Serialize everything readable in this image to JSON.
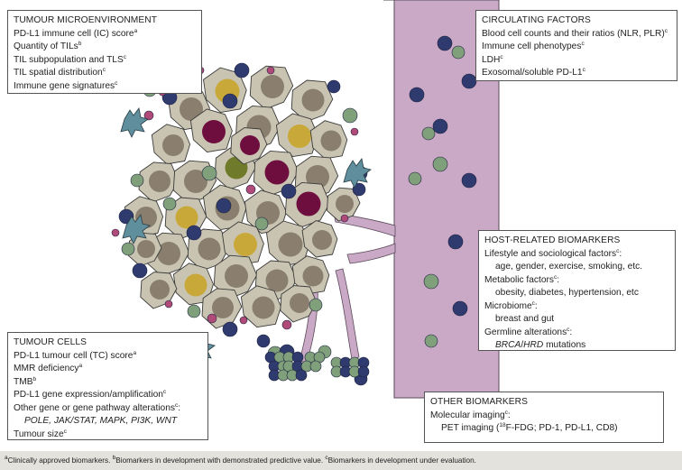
{
  "colors": {
    "vessel": "#c9a9c6",
    "cell_fill": "#c9c4b2",
    "nucleus_brown": "#8a7f6e",
    "nucleus_gold": "#c9a83a",
    "nucleus_maroon": "#6e0e3e",
    "nucleus_olive": "#6f7a2a",
    "dot_navy": "#2f3a6e",
    "dot_green": "#7fa07a",
    "dot_pink": "#b04a78",
    "dendritic": "#5f8e9c"
  },
  "tme": {
    "heading": "TUMOUR MICROENVIRONMENT",
    "items": [
      {
        "text": "PD-L1 immune cell (IC) score",
        "sup": "a"
      },
      {
        "text": "Quantity of TILs",
        "sup": "b"
      },
      {
        "text": "TIL subpopulation and TLS",
        "sup": "c"
      },
      {
        "text": "TIL spatial distribution",
        "sup": "c"
      },
      {
        "text": "Immune gene signatures",
        "sup": "c"
      }
    ]
  },
  "circ": {
    "heading": "CIRCULATING FACTORS",
    "items": [
      {
        "text": "Blood cell counts and their ratios (NLR, PLR)",
        "sup": "c"
      },
      {
        "text": "Immune cell phenotypes",
        "sup": "c"
      },
      {
        "text": "LDH",
        "sup": "c"
      },
      {
        "text": "Exosomal/soluble PD-L1",
        "sup": "c"
      }
    ]
  },
  "host": {
    "heading": "HOST-RELATED BIOMARKERS",
    "lifestyle": "Lifestyle and sociological factors",
    "lifestyle_sup": "c",
    "lifestyle_detail": "age, gender, exercise, smoking, etc.",
    "metabolic": "Metabolic factors",
    "metabolic_sup": "c",
    "metabolic_detail": "obesity, diabetes, hypertension, etc",
    "microbiome": "Microbiome",
    "microbiome_sup": "c",
    "microbiome_detail": "breast and gut",
    "germline": "Germline alterations",
    "germline_sup": "c",
    "germline_gene1": "BRCA",
    "germline_slash": "/",
    "germline_gene2": "HRD",
    "germline_rest": " mutations"
  },
  "tumour": {
    "heading": "TUMOUR CELLS",
    "items": [
      {
        "text": "PD-L1 tumour cell (TC) score",
        "sup": "a"
      },
      {
        "text": "MMR deficiency",
        "sup": "a"
      },
      {
        "text": "TMB",
        "sup": "b"
      },
      {
        "text": "PD-L1 gene expression/amplification",
        "sup": "c"
      },
      {
        "text": "Other gene or gene pathway alterations",
        "sup": "c"
      }
    ],
    "genes": "POLE, JAK/STAT, MAPK, PI3K, WNT",
    "size": "Tumour size",
    "size_sup": "c"
  },
  "other": {
    "heading": "OTHER BIOMARKERS",
    "imaging": "Molecular imaging",
    "imaging_sup": "c",
    "pet_prefix": "PET imaging (",
    "pet_iso": "18",
    "pet_rest": "F-FDG; PD-1, PD-L1, CD8)"
  },
  "footnote": {
    "a_sup": "a",
    "a_text": "Clinically approved biomarkers. ",
    "b_sup": "b",
    "b_text": "Biomarkers in development with demonstrated predictive value. ",
    "c_sup": "c",
    "c_text": "Biomarkers in development under evaluation."
  }
}
